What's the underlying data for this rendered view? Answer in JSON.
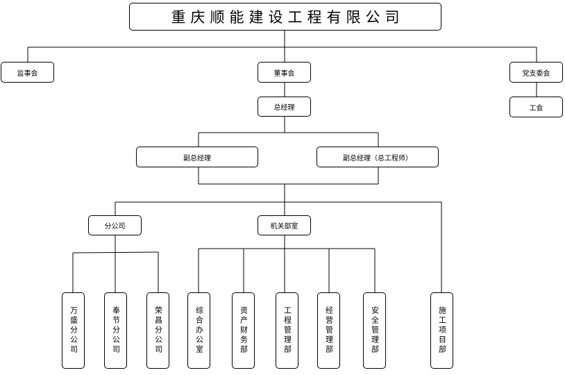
{
  "title": "重庆顺能建设工程有限公司",
  "top_units": {
    "supervisors": "监事会",
    "board": "董事会",
    "party": "党支委会"
  },
  "union": "工会",
  "gm": "总经理",
  "deputy_gm_1": "副总经理",
  "deputy_gm_2": "副总经理（总工程师）",
  "branch_group": "分公司",
  "office_group": "机关部室",
  "branches": [
    "万盛分公司",
    "奉节分公司",
    "荣昌分公司"
  ],
  "departments": [
    "综合办公室",
    "资产财务部",
    "工程管理部",
    "经营管理部",
    "安全管理部"
  ],
  "project_dept": "施工项目部"
}
